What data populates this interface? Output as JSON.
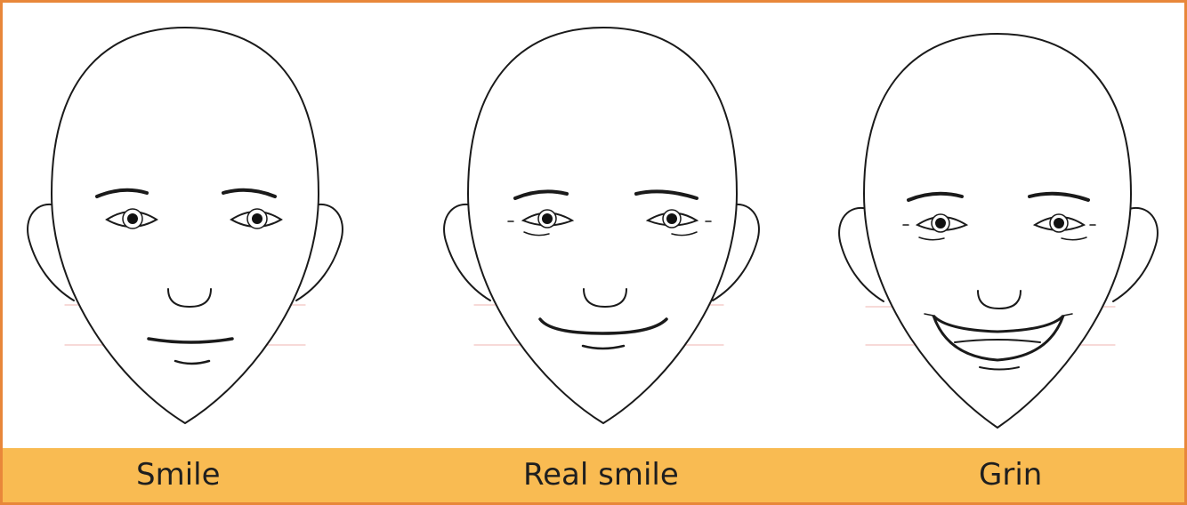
{
  "colors": {
    "border": "#e8873a",
    "caption_band": "#f9bb52",
    "guide_lines": "#f2c4c0",
    "ink": "#1a1a1a"
  },
  "faces": [
    {
      "id": "smile",
      "label": "Smile"
    },
    {
      "id": "real-smile",
      "label": "Real smile"
    },
    {
      "id": "grin",
      "label": "Grin"
    }
  ]
}
